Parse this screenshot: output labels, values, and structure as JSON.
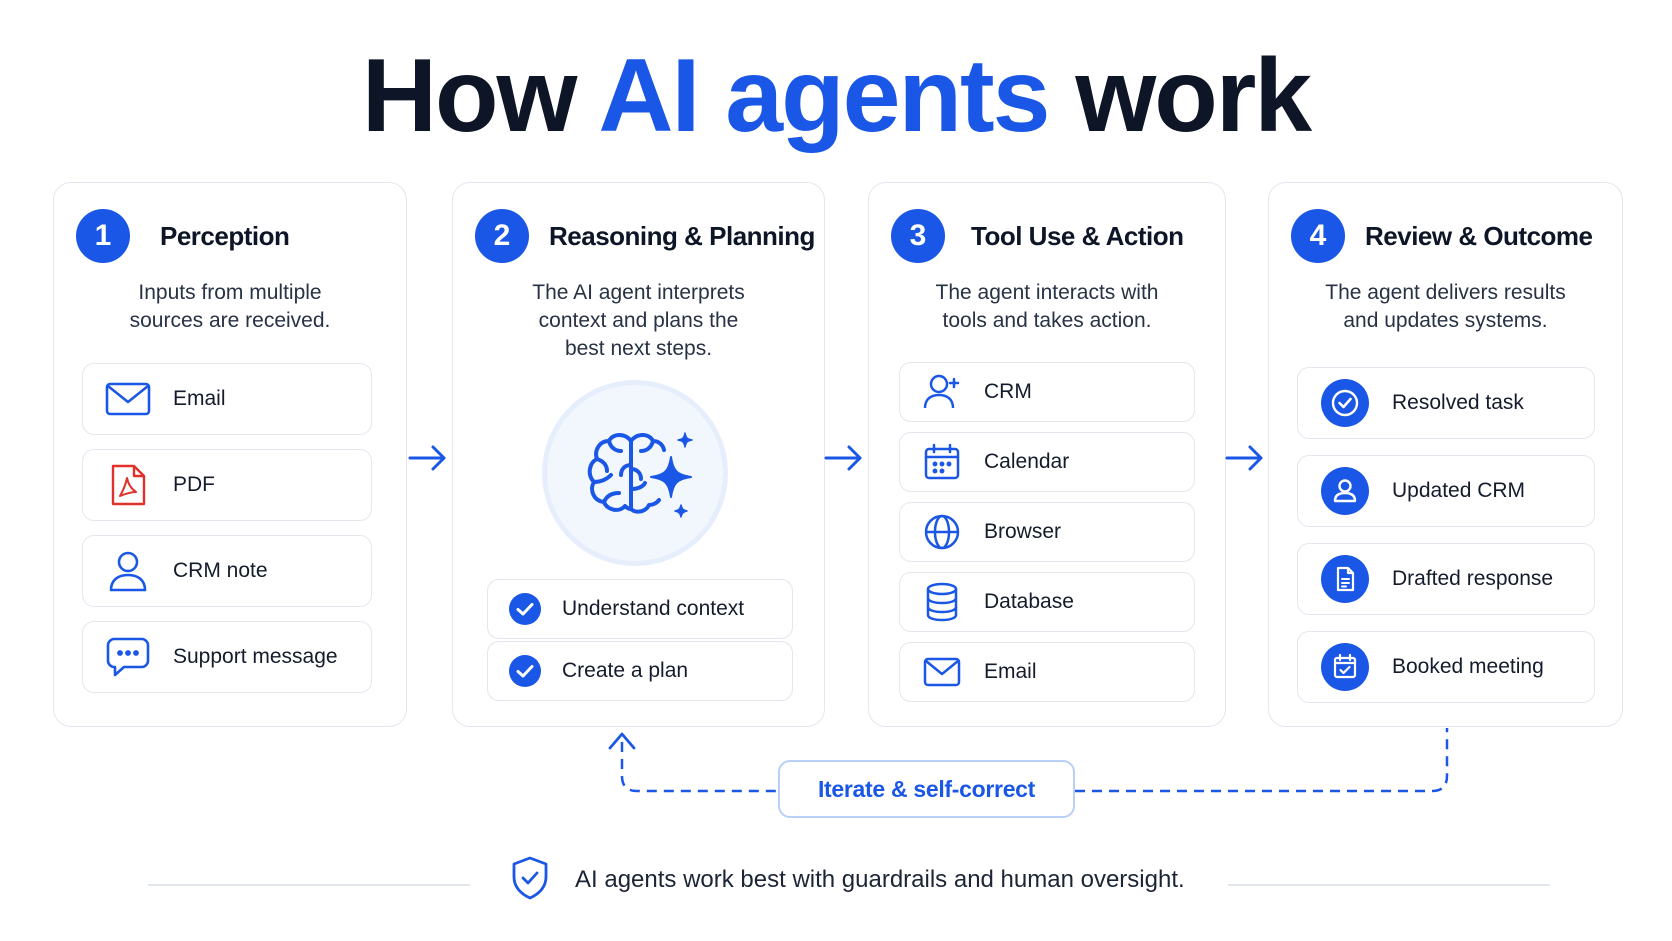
{
  "title": {
    "part1": "How ",
    "accent": "AI agents",
    "part2": " work"
  },
  "steps": [
    {
      "number": "1",
      "title": "Perception",
      "description": "Inputs from multiple sources are received.",
      "items": [
        {
          "label": "Email",
          "icon": "mail-icon"
        },
        {
          "label": "PDF",
          "icon": "pdf-icon"
        },
        {
          "label": "CRM note",
          "icon": "user-icon"
        },
        {
          "label": "Support message",
          "icon": "chat-bubble-icon"
        }
      ]
    },
    {
      "number": "2",
      "title": "Reasoning & Planning",
      "description": "The AI agent interprets context and plans the best next steps.",
      "center_icon": "brain-sparkle-icon",
      "items": [
        {
          "label": "Understand context",
          "icon": "check-circle-icon"
        },
        {
          "label": "Create a plan",
          "icon": "check-circle-icon"
        }
      ]
    },
    {
      "number": "3",
      "title": "Tool Use & Action",
      "description": "The agent interacts with tools and takes action.",
      "items": [
        {
          "label": "CRM",
          "icon": "user-sparkle-icon"
        },
        {
          "label": "Calendar",
          "icon": "calendar-icon"
        },
        {
          "label": "Browser",
          "icon": "globe-icon"
        },
        {
          "label": "Database",
          "icon": "database-icon"
        },
        {
          "label": "Email",
          "icon": "mail-icon"
        }
      ]
    },
    {
      "number": "4",
      "title": "Review & Outcome",
      "description": "The agent delivers results and updates systems.",
      "items": [
        {
          "label": "Resolved task",
          "icon": "check-circle-icon"
        },
        {
          "label": "Updated CRM",
          "icon": "user-icon"
        },
        {
          "label": "Drafted response",
          "icon": "document-icon"
        },
        {
          "label": "Booked meeting",
          "icon": "calendar-check-icon"
        }
      ]
    }
  ],
  "loop_label": "Iterate & self-correct",
  "footer": {
    "text": "AI agents work best with guardrails and human oversight.",
    "icon": "shield-check-icon"
  },
  "colors": {
    "accent": "#1a57e6",
    "pdf_red": "#e0322b",
    "text": "#0d1526",
    "border": "#e3e7ee"
  }
}
